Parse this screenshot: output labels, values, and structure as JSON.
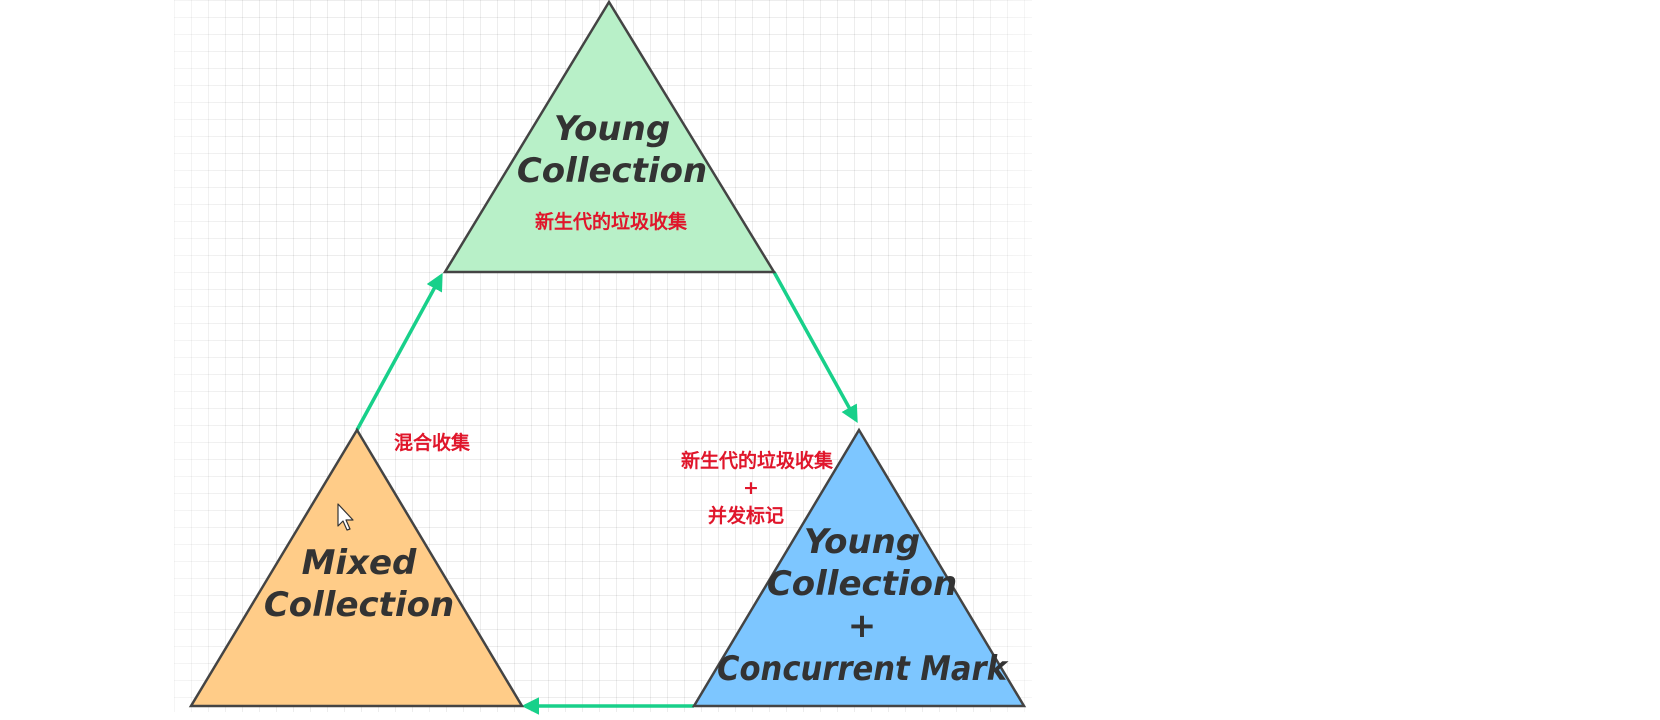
{
  "nodes": {
    "young": {
      "title_line1": "Young",
      "title_line2": "Collection",
      "subtitle_cn": "新生代的垃圾收集",
      "fill": "#b8f0c8"
    },
    "young_mark": {
      "title_line1": "Young",
      "title_line2": "Collection",
      "title_line3": "+",
      "title_line4": "Concurrent Mark",
      "fill": "#7dc6ff"
    },
    "mixed": {
      "title_line1": "Mixed",
      "title_line2": "Collection",
      "fill": "#ffcc88"
    }
  },
  "annotations": {
    "mixed_cn": "混合收集",
    "young_mark_cn_line1": "新生代的垃圾收集",
    "young_mark_cn_line2": "+",
    "young_mark_cn_line3": "并发标记"
  },
  "colors": {
    "arrow": "#18d08a",
    "outline": "#444444",
    "cn_text": "#e0162b"
  },
  "icons": {
    "cursor": "mouse-pointer-icon"
  }
}
